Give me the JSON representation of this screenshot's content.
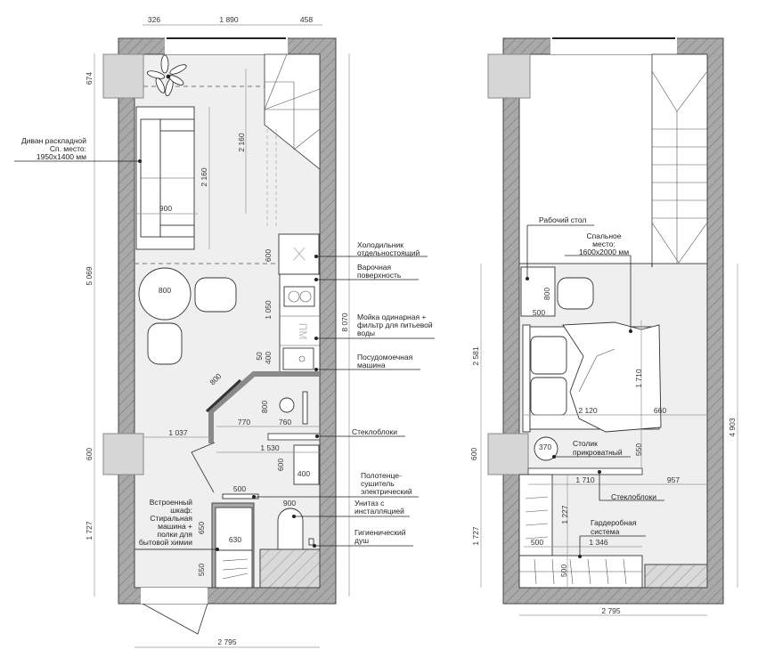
{
  "colors": {
    "wall": "#a9a9a9",
    "floor": "#efefef",
    "window_box": "#d6d6d6",
    "line": "#222222"
  },
  "left_plan": {
    "dims": {
      "top_left": "326",
      "top_mid": "1 890",
      "top_right": "458",
      "window_top": "674",
      "sofa_len": "2 160",
      "sofa_w": "900",
      "stair_len": "2 160",
      "fridge": "600",
      "table": "800",
      "kitchen": "1 050",
      "gap50": "50",
      "dishwasher": "400",
      "mirror": "800",
      "bath_h": "800",
      "d770": "770",
      "d760": "760",
      "d1037": "1 037",
      "d1530": "1 530",
      "sink_h": "600",
      "sink_w": "400",
      "towel": "500",
      "wc": "900",
      "closet_h": "650",
      "closet_w": "630",
      "d550": "550",
      "total_h": "5 069",
      "window_side": "600",
      "bottom_h": "1 727",
      "overall": "8 070",
      "width": "2 795"
    },
    "sofa_label": [
      "Диван раскладной",
      "Сп. место:",
      "1950х1400 мм"
    ],
    "fridge_label": [
      "Холодильник",
      "отдельностоящий"
    ],
    "cooktop_label": [
      "Варочная",
      "поверхность"
    ],
    "sink_label": [
      "Мойка одинарная +",
      "фильтр для питьевой",
      "воды"
    ],
    "dishwasher_label": [
      "Посудомоечная",
      "машина"
    ],
    "glass_label": "Стеклоблоки",
    "towel_label": [
      "Полотенце-",
      "сушитель",
      "электрический"
    ],
    "wc_label": [
      "Унитаз с",
      "инсталляцией"
    ],
    "shower_label": [
      "Гигиенический",
      "душ"
    ],
    "closet_label": [
      "Встроенный",
      "шкаф:",
      "Стиральная",
      "машина +",
      "полки для",
      "бытовой химии"
    ],
    "dishwasher_mark": "ПМ"
  },
  "right_plan": {
    "desk_label": "Рабочий стол",
    "bed_label": [
      "Спальное",
      "место:",
      "1600х2000 мм"
    ],
    "nightstand_label": [
      "Столик",
      "прикроватный"
    ],
    "glass_label": "Стеклоблоки",
    "wardrobe_label": [
      "Гардеробная",
      "система"
    ],
    "dims": {
      "desk_h": "800",
      "desk_w": "500",
      "bed_h": "1 710",
      "bed_w": "2 120",
      "d660": "660",
      "table": "370",
      "d550": "550",
      "glass": "1 710",
      "d957": "957",
      "d1227": "1 227",
      "wr_500": "500",
      "wr_1346": "1 346",
      "wr_500v": "500",
      "upper": "2 581",
      "window_side": "600",
      "lower": "1 727",
      "overall": "4 903",
      "width": "2 795"
    }
  }
}
